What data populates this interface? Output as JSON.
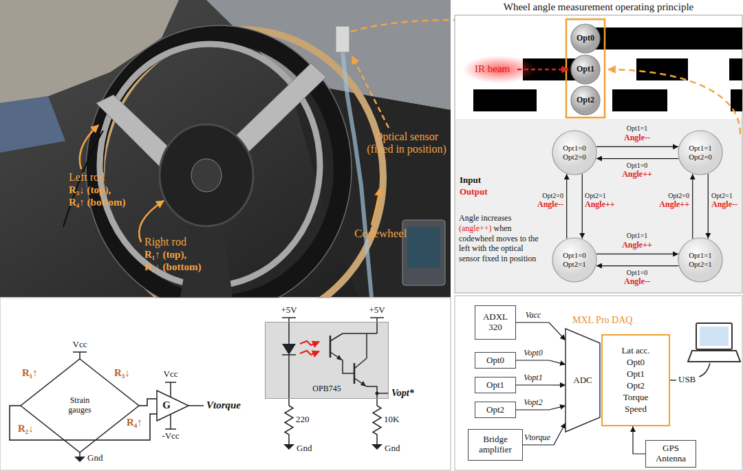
{
  "diagram": {
    "title": "Wheel angle measurement operating principle",
    "nodes": [
      {
        "text": [
          "Opt0"
        ]
      },
      {
        "text": [
          "Opt1"
        ]
      },
      {
        "text": [
          "Opt2"
        ]
      },
      {
        "text": [
          "Opt1=0 Opt2=0"
        ]
      },
      {
        "text": [
          "Opt1=1 Opt2=0"
        ]
      },
      {
        "text": [
          "Opt1=0 Opt2=1"
        ]
      },
      {
        "text": [
          "Opt1=1 Opt2=1"
        ]
      },
      {
        "text": [
          "Strain gauges"
        ]
      },
      {
        "text": [
          "G"
        ]
      },
      {
        "text": [
          "OPB745"
        ]
      },
      {
        "text": [
          "ADXL 320"
        ]
      },
      {
        "text": [
          "Opt0"
        ]
      },
      {
        "text": [
          "Opt1"
        ]
      },
      {
        "text": [
          "Opt2"
        ]
      },
      {
        "text": [
          "Bridge amplifier"
        ]
      },
      {
        "text": [
          "ADC"
        ]
      },
      {
        "text": [
          "Lat acc.",
          "Opt0",
          "Opt1",
          "Opt2",
          "Torque",
          "Speed"
        ]
      },
      {
        "text": [
          "GPS Antenna"
        ]
      }
    ],
    "edges": [
      {
        "from": 3,
        "to": 4,
        "label": "Opt1=1",
        "arrow": "to"
      },
      {
        "from": 4,
        "to": 3,
        "label": "Opt1=0",
        "arrow": "to"
      },
      {
        "from": 5,
        "to": 3,
        "label": "Opt2=0",
        "arrow": "to"
      },
      {
        "from": 3,
        "to": 5,
        "label": "Opt2=1",
        "arrow": "to"
      },
      {
        "from": 6,
        "to": 4,
        "label": "Opt2=0",
        "arrow": "to"
      },
      {
        "from": 4,
        "to": 6,
        "label": "Opt2=1",
        "arrow": "to"
      },
      {
        "from": 5,
        "to": 6,
        "label": "Opt1=1",
        "arrow": "to"
      },
      {
        "from": 6,
        "to": 5,
        "label": "Opt1=0",
        "arrow": "to"
      },
      {
        "from": 7,
        "to": 8,
        "arrow": "none"
      },
      {
        "from": 7,
        "to": 8,
        "arrow": "none"
      },
      {
        "from": 10,
        "to": 15,
        "label": "Vacc",
        "arrow": "to"
      },
      {
        "from": 11,
        "to": 15,
        "label": "Vopt0",
        "arrow": "to"
      },
      {
        "from": 12,
        "to": 15,
        "label": "Vopt1",
        "arrow": "to"
      },
      {
        "from": 13,
        "to": 15,
        "label": "Vopt2",
        "arrow": "to"
      },
      {
        "from": 14,
        "to": 15,
        "label": "Vtorque",
        "arrow": "to"
      },
      {
        "from": 17,
        "to": 16,
        "arrow": "to"
      }
    ],
    "labels": [
      "Left rod",
      "R₃↓ (top),",
      "R₄↑ (bottom)",
      "Right rod",
      "R₁↑ (top),",
      "R₂↓ (bottom)",
      "Optical sensor (fixed in position)",
      "Codewheel",
      "IR beam",
      "Angle--",
      "Angle++",
      "Angle--",
      "Angle++",
      "Angle++",
      "Angle--",
      "Angle++",
      "Angle--",
      "Input",
      "Output",
      "Angle increases",
      "(angle++)",
      "when codewheel moves to the left with the optical sensor fixed in position",
      "Vcc",
      "R₁↑",
      "R₃↓",
      "R₂↓",
      "R₄↑",
      "Gnd",
      "Vcc",
      "-Vcc",
      "Vtorque",
      "+5V",
      "+5V",
      "220",
      "10K",
      "Vopt*",
      "Gnd",
      "Gnd",
      "MXL Pro DAQ",
      "USB"
    ]
  }
}
